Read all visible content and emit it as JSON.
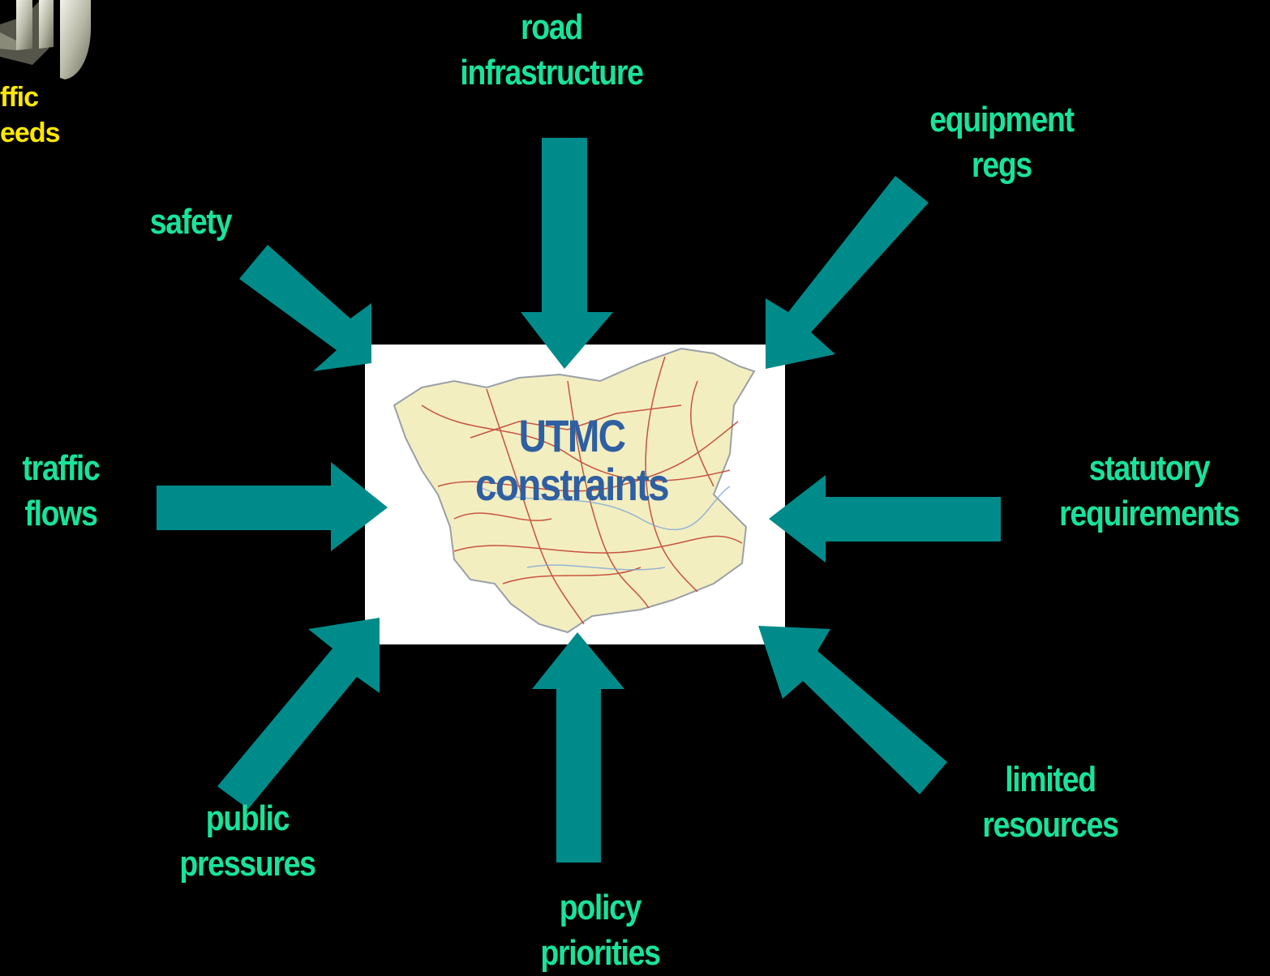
{
  "logo": {
    "text_lines": [
      "ffic",
      "eeds"
    ]
  },
  "center": {
    "title_lines": [
      "UTMC",
      "constraints"
    ],
    "title_color": "#2f5fa0",
    "map_description": "road map"
  },
  "colors": {
    "label": "#19e39a",
    "arrow": "#008b8b",
    "logo_text": "#ffe800",
    "background": "#000000"
  },
  "constraints": [
    {
      "id": "road-infrastructure",
      "lines": [
        "road",
        "infrastructure"
      ]
    },
    {
      "id": "equipment-regs",
      "lines": [
        "equipment",
        "regs"
      ]
    },
    {
      "id": "safety",
      "lines": [
        "safety"
      ]
    },
    {
      "id": "traffic-flows",
      "lines": [
        "traffic",
        "flows"
      ]
    },
    {
      "id": "statutory-requirements",
      "lines": [
        "statutory",
        "requirements"
      ]
    },
    {
      "id": "public-pressures",
      "lines": [
        "public",
        "pressures"
      ]
    },
    {
      "id": "policy-priorities",
      "lines": [
        "policy",
        "priorities"
      ]
    },
    {
      "id": "limited-resources",
      "lines": [
        "limited",
        "resources"
      ]
    }
  ]
}
